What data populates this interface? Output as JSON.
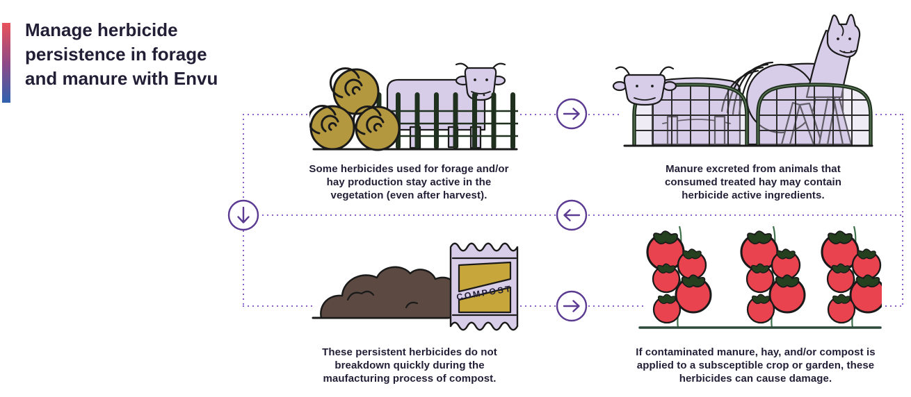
{
  "header": {
    "title": "Manage herbicide persistence in forage and manure with Envu",
    "title_lines": [
      "Manage herbicide",
      "persistence in forage",
      "and manure with Envu"
    ]
  },
  "steps": [
    {
      "name": "treated-forage",
      "illustration": "hay-bales-and-cow-behind-fence",
      "caption": "Some herbicides used for forage and/or hay production stay active in the vegetation (even after harvest)."
    },
    {
      "name": "manure-from-animals",
      "illustration": "cow-and-horse-in-wire-pens",
      "caption": "Manure excreted from animals that consumed treated hay may contain herbicide active ingredients."
    },
    {
      "name": "compost-manufacturing",
      "illustration": "compost-pile-and-bag",
      "bag_label": "COMPOST",
      "caption": "These persistent herbicides do not breakdown quickly during the maufacturing process of compost."
    },
    {
      "name": "crop-damage",
      "illustration": "tomato-vines",
      "caption": "If contaminated manure, hay, and/or compost is applied to a subsceptible crop or garden, these herbicides can cause damage."
    }
  ],
  "flow": {
    "arrows": [
      {
        "icon": "arrow-right-icon",
        "direction": "right",
        "position": "top-middle"
      },
      {
        "icon": "arrow-down-icon",
        "direction": "down",
        "position": "left-middle"
      },
      {
        "icon": "arrow-left-icon",
        "direction": "left",
        "position": "center-middle"
      },
      {
        "icon": "arrow-right-icon",
        "direction": "right",
        "position": "bottom-middle"
      }
    ]
  },
  "colors": {
    "ink": "#221e35",
    "dot": "#8a5fc8",
    "purple": "#5b3a92",
    "lavender": "#d8cde8",
    "lavender2": "#cbbede",
    "outline": "#1a1a1a",
    "fence": "#20301f",
    "hay": "#b3983f",
    "brown": "#5c4a42",
    "bagGold": "#c7a63b",
    "tomatoRed": "#e8434e",
    "leafGreen": "#24401f",
    "vineGreen": "#40704b",
    "groundGreen": "#2d4a3a",
    "gradTop": "#e8515a",
    "gradMid": "#8c4a88",
    "gradBot": "#2f62ae"
  }
}
